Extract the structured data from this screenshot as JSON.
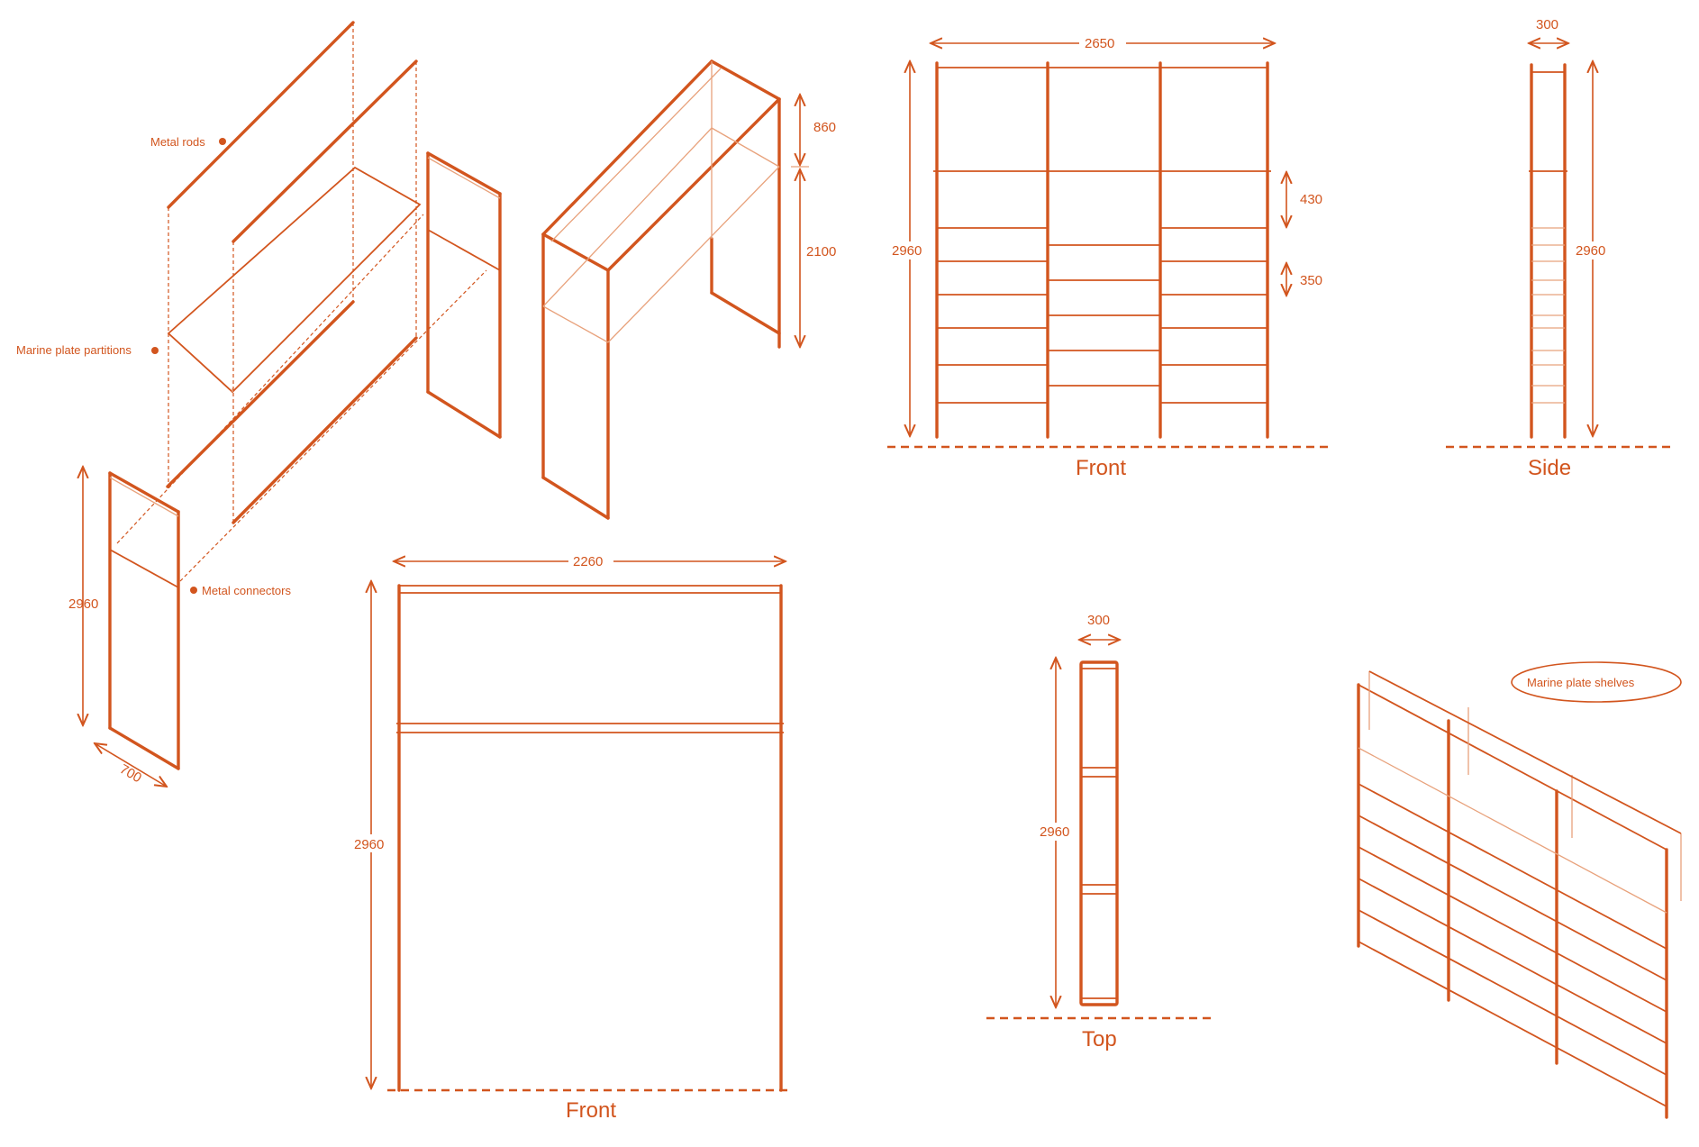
{
  "labels": {
    "metal_rods": "Metal rods",
    "marine_partitions": "Marine plate partitions",
    "metal_connectors": "Metal connectors",
    "marine_shelves": "Marine plate shelves"
  },
  "views": {
    "front_large": "Front",
    "side": "Side",
    "front_small": "Front",
    "top": "Top"
  },
  "dims": {
    "explode_height": "2960",
    "explode_depth": "700",
    "iso_top": "860",
    "iso_bottom": "2100",
    "front_width": "2650",
    "front_height": "2960",
    "front_gap_upper": "430",
    "front_gap_lower": "350",
    "side_depth": "300",
    "side_height": "2960",
    "front2_width": "2260",
    "front2_height": "2960",
    "top_depth": "300",
    "top_height": "2960"
  },
  "colors": {
    "line": "#d2551e",
    "light": "#e8a27c",
    "background": "#ffffff"
  }
}
